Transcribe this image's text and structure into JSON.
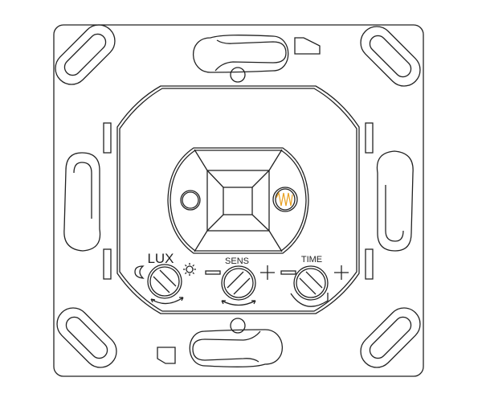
{
  "controls": {
    "lux": {
      "label": "LUX"
    },
    "sens": {
      "label": "SENS",
      "minus": "−",
      "plus": "+"
    },
    "time": {
      "label": "TIME",
      "minus": "−",
      "plus": "+"
    }
  },
  "colors": {
    "line": "#222222",
    "sensor_wave": "#e8a020"
  },
  "icons": [
    "moon-icon",
    "sun-icon",
    "led-indicator-icon",
    "sensor-wave-icon",
    "screw-knob-icon",
    "rotation-arrow-icon"
  ]
}
